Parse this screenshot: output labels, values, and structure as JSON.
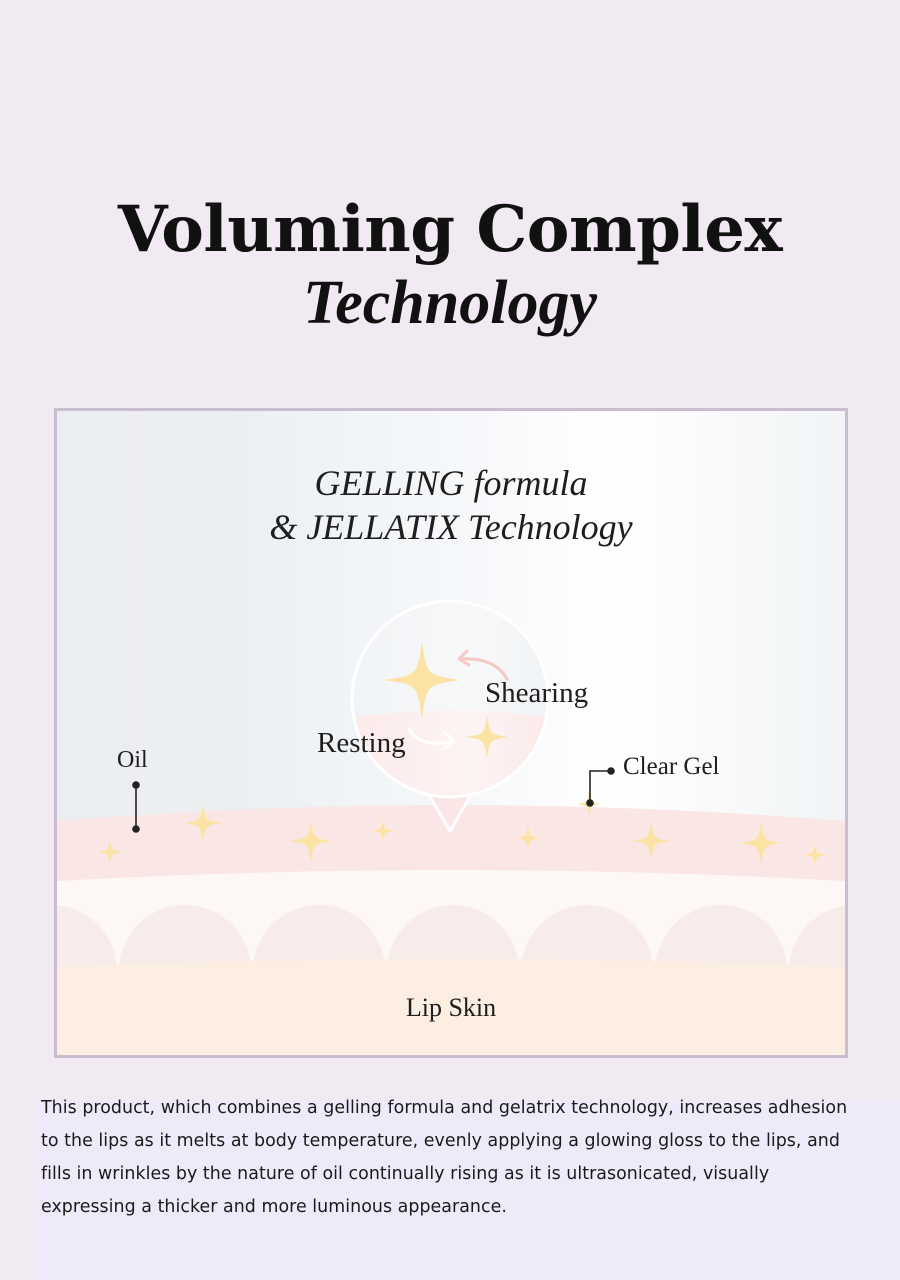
{
  "page": {
    "title_line1": "Voluming Complex",
    "title_line2": "Technology"
  },
  "diagram": {
    "formula_line1": "GELLING formula",
    "formula_line2": "& JELLATIX Technology",
    "labels": {
      "oil": "Oil",
      "resting": "Resting",
      "shearing": "Shearing",
      "clear_gel": "Clear Gel",
      "lip_skin": "Lip Skin"
    },
    "icons": [
      "sparkle-star-icon",
      "curved-arrow-icon"
    ],
    "colors": {
      "background": "#f2eaf2",
      "frame_border": "#cbbdd1",
      "gel_layer": "#fbe6e6",
      "lip_skin": "#fcefe2",
      "sparkle": "#fbe3a3"
    }
  },
  "description": {
    "text": "This product, which combines a gelling formula and gelatrix technology, increases adhesion to the lips as it melts at body temperature, evenly applying a glowing gloss to the lips, and fills in wrinkles by the nature of oil continually rising as it is ultrasonicated, visually expressing a thicker and more luminous appearance."
  }
}
